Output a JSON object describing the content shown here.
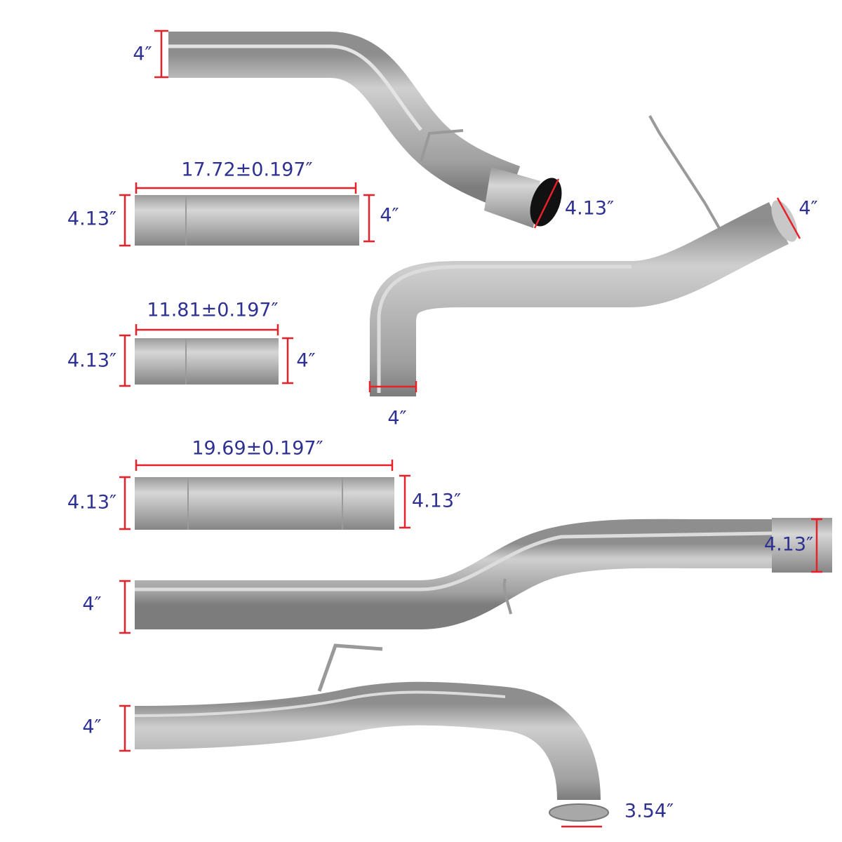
{
  "colors": {
    "label": "#2e3192",
    "dimension_line": "#e8202a",
    "pipe": "#b4b4b4"
  },
  "labels": {
    "p1_end": "4″",
    "p2_length": "17.72±0.197″",
    "p2_left": "4.13″",
    "p2_right": "4″",
    "p1_outlet": "4.13″",
    "p5_top": "4″",
    "p3_length": "11.81±0.197″",
    "p3_left": "4.13″",
    "p3_right": "4″",
    "p5_bottom": "4″",
    "p4_length": "19.69±0.197″",
    "p4_left": "4.13″",
    "p4_right": "4.13″",
    "p6_right": "4.13″",
    "p6_left": "4″",
    "p7_left": "4″",
    "p7_flange": "3.54″"
  }
}
